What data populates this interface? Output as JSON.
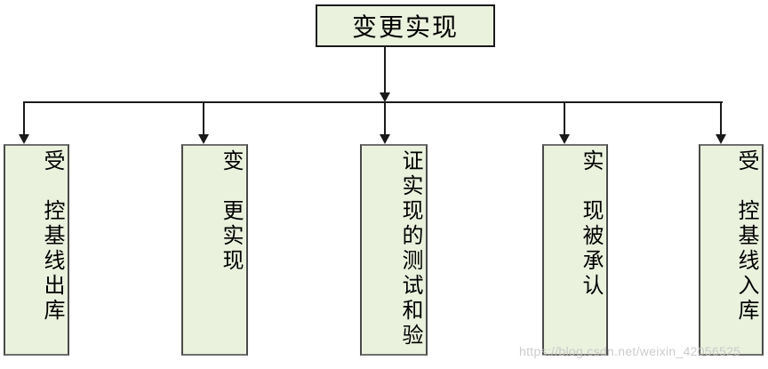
{
  "diagram": {
    "root": {
      "label": "变更实现"
    },
    "nodes": [
      {
        "label": "受控基线出库",
        "display": "受　控基线出库"
      },
      {
        "label": "变更实现",
        "display": "变　更实现"
      },
      {
        "label": "实现的测试和验证",
        "display": "证实现的测试和验"
      },
      {
        "label": "实现被承认",
        "display": "实　现被承认"
      },
      {
        "label": "受控基线入库",
        "display": "受　控基线入库"
      }
    ]
  },
  "watermark": {
    "text": "https://blog.csdn.net/weixin_42056525"
  },
  "colors": {
    "node_fill": "#eaf1dd",
    "node_border": "#6f6f6f",
    "root_border": "#1a1a1a",
    "connector": "#1a1a1a",
    "watermark": "#c4c4c4"
  }
}
